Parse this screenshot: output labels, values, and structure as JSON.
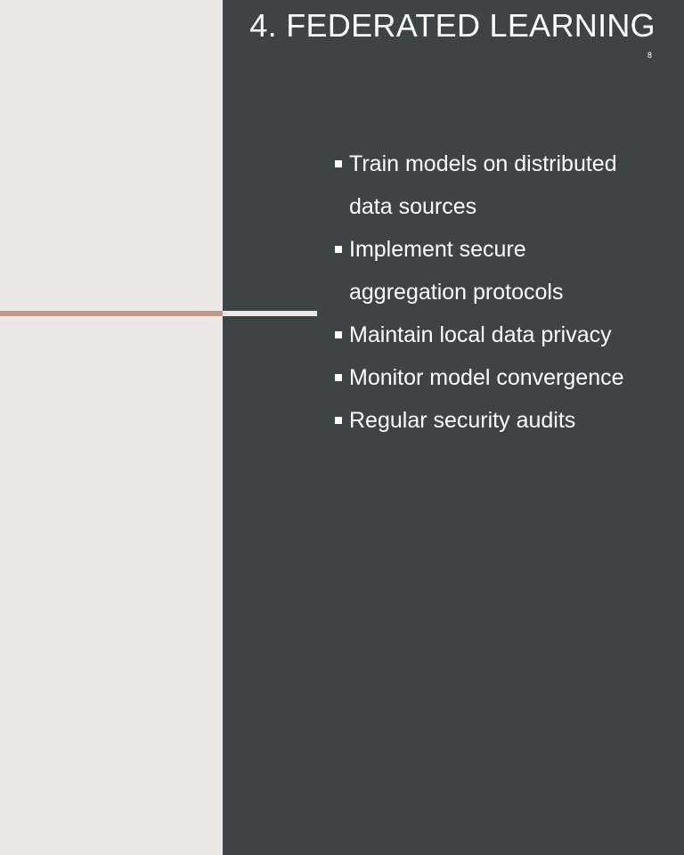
{
  "slide": {
    "title": "4. FEDERATED LEARNING",
    "page_number": "8",
    "bullets": [
      {
        "lines": [
          "Train models on distributed",
          "data sources"
        ]
      },
      {
        "lines": [
          "Implement secure",
          "aggregation protocols"
        ]
      },
      {
        "lines": [
          "Maintain local data privacy"
        ]
      },
      {
        "lines": [
          "Monitor model convergence"
        ]
      },
      {
        "lines": [
          "Regular security audits"
        ]
      }
    ]
  },
  "colors": {
    "left_background": "#EDE8E5",
    "right_background": "#3D4446",
    "accent": "#C09A87",
    "text": "#FFFFFF"
  }
}
